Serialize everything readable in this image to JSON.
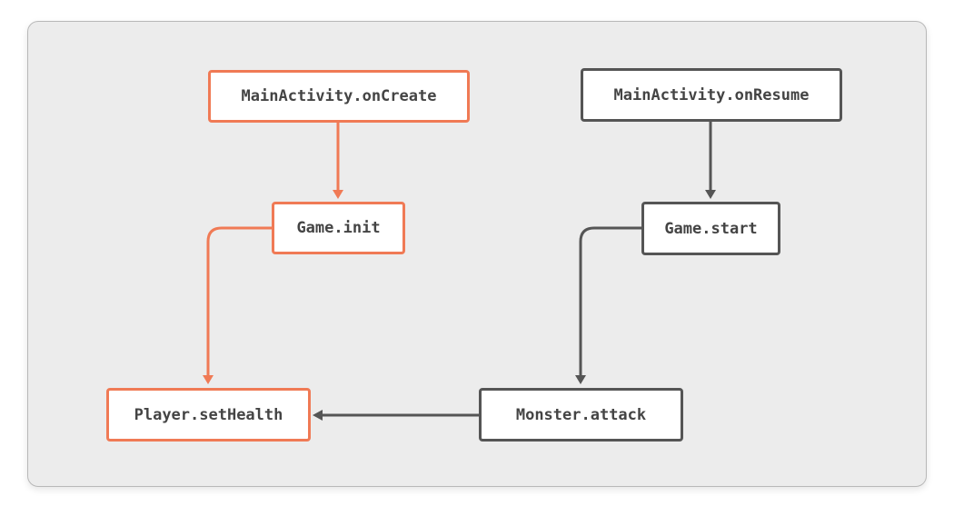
{
  "colors": {
    "orange": "#f07a55",
    "gray": "#555555",
    "background": "#ececec"
  },
  "nodes": {
    "main_activity_on_create": {
      "label": "MainActivity.onCreate",
      "color": "orange"
    },
    "game_init": {
      "label": "Game.init",
      "color": "orange"
    },
    "player_set_health": {
      "label": "Player.setHealth",
      "color": "orange"
    },
    "main_activity_on_resume": {
      "label": "MainActivity.onResume",
      "color": "gray"
    },
    "game_start": {
      "label": "Game.start",
      "color": "gray"
    },
    "monster_attack": {
      "label": "Monster.attack",
      "color": "gray"
    }
  },
  "edges": [
    {
      "from": "MainActivity.onCreate",
      "to": "Game.init",
      "color": "orange"
    },
    {
      "from": "Game.init",
      "to": "Player.setHealth",
      "color": "orange"
    },
    {
      "from": "MainActivity.onResume",
      "to": "Game.start",
      "color": "gray"
    },
    {
      "from": "Game.start",
      "to": "Monster.attack",
      "color": "gray"
    },
    {
      "from": "Monster.attack",
      "to": "Player.setHealth",
      "color": "gray"
    }
  ]
}
